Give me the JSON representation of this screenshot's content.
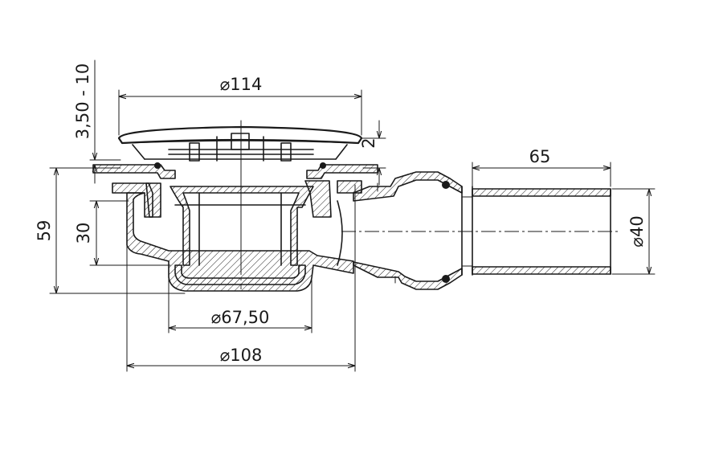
{
  "dimensions": {
    "grate_diameter": "114",
    "body_diameter": "108",
    "outlet_socket_diameter": "67,50",
    "pipe_diameter": "40",
    "pipe_length": "65",
    "tile_range": "3,50 - 10",
    "grate_gap": "2",
    "total_height": "59",
    "water_seal": "30"
  },
  "symbols": {
    "diameter": "⌀"
  },
  "colors": {
    "line": "#1a1a1a",
    "seal": "#1a1a1a",
    "background": "#ffffff"
  }
}
